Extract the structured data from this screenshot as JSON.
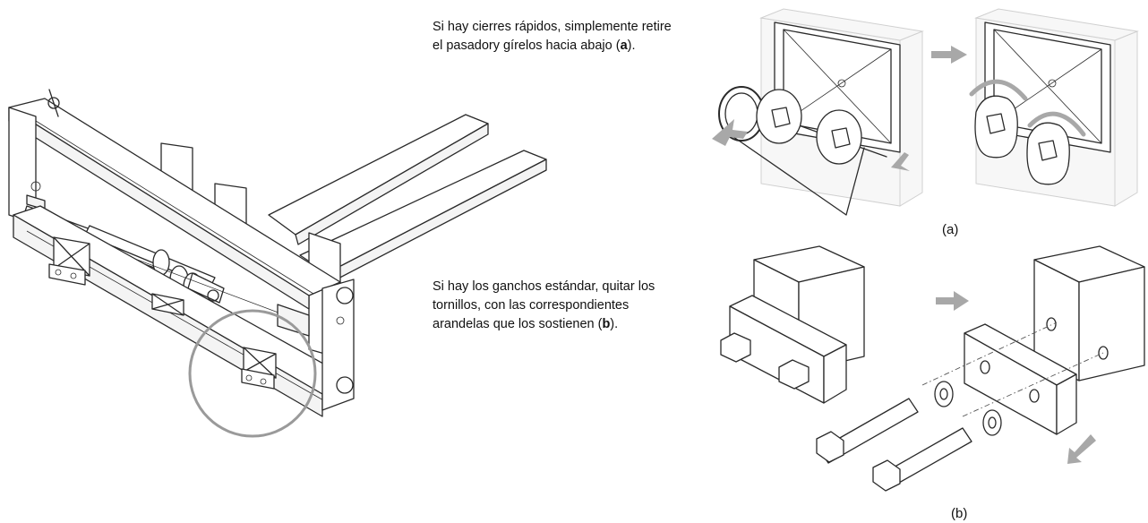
{
  "instructions": {
    "quick_release": {
      "line1": "Si hay cierres rápidos, simplemente retire",
      "line2_before": "el pasadory gírelos hacia abajo  (",
      "line2_bold": "a",
      "line2_after": ")."
    },
    "standard_hooks": {
      "line1": "Si hay los ganchos estándar, quitar los",
      "line2": "tornillos, con las correspondientes",
      "line3_before": "arandelas que los sostienen (",
      "line3_bold": "b",
      "line3_after": ")."
    }
  },
  "figure_labels": {
    "a": "(a)",
    "b": "(b)"
  },
  "colors": {
    "line": "#2a2a2a",
    "arrow": "#a8a8a8",
    "callout_circle": "#9a9a9a",
    "ghost_block": "#d0d0d0"
  },
  "icons": {
    "movement_arrow": "gray-arrow-icon",
    "rotation_arrow": "curved-arrow-icon"
  }
}
